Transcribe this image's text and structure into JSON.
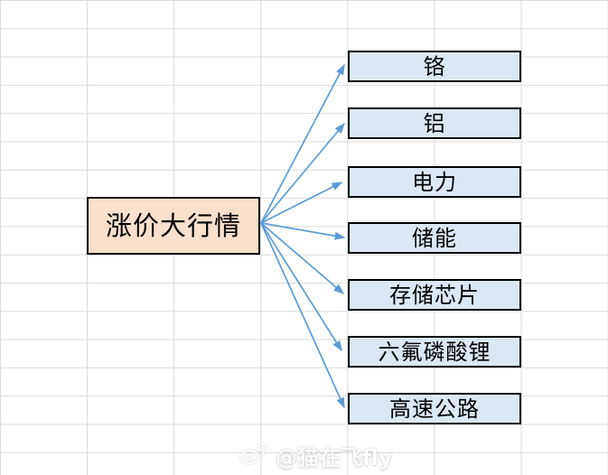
{
  "diagram": {
    "root": {
      "label": "涨价大行情"
    },
    "children": [
      {
        "label": "铬"
      },
      {
        "label": "铝"
      },
      {
        "label": "电力"
      },
      {
        "label": "储能"
      },
      {
        "label": "存储芯片"
      },
      {
        "label": "六氟磷酸锂"
      },
      {
        "label": "高速公路"
      }
    ]
  },
  "watermark": {
    "text": "@猫在飞fly",
    "icon": "weibo-icon"
  },
  "colors": {
    "background": "#FFFFFF",
    "gridline": "#DBDBDB",
    "root_fill": "#FBE0CB",
    "child_fill": "#DBE8F4",
    "border": "#000000",
    "arrow": "#5B9BD5"
  }
}
